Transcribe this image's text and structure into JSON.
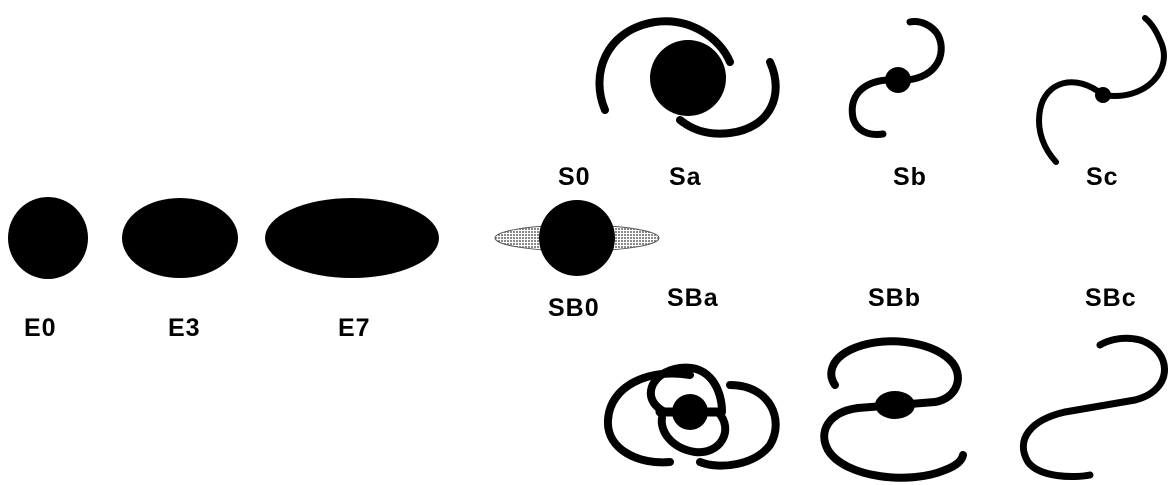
{
  "labels": {
    "e0": "E0",
    "e3": "E3",
    "e7": "E7",
    "s0": "S0",
    "sb0": "SB0",
    "sa": "Sa",
    "sb": "Sb",
    "sc": "Sc",
    "sba": "SBa",
    "sbb": "SBb",
    "sbc": "SBc"
  },
  "colors": {
    "ink": "#000000",
    "disk": "#9a9a9a",
    "background": "#ffffff"
  }
}
